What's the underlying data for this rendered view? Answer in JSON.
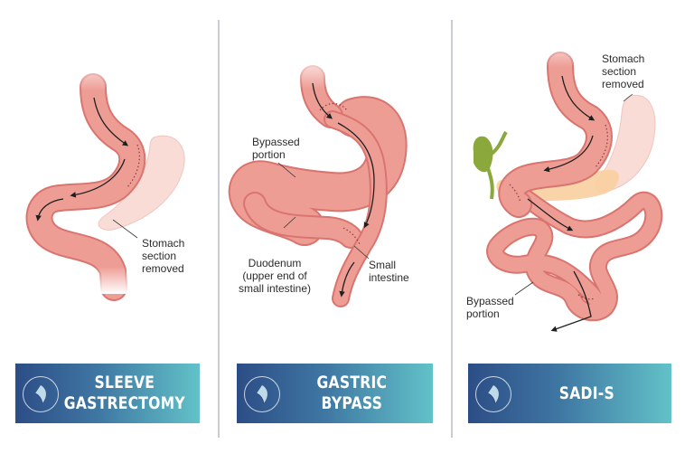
{
  "colors": {
    "tissue": "#ee9d95",
    "tissue_dark": "#d9746f",
    "removed_section": "#f9dcd6",
    "pancreas": "#f8cfa0",
    "gallbladder": "#8aa83c",
    "banner_start": "#2c4d86",
    "banner_end": "#62c2c8",
    "arrow": "#1f1f1f"
  },
  "panels": [
    {
      "id": "sleeve",
      "banner_title": "SLEEVE\nGASTRECTOMY",
      "icon": "leaf-badge-icon",
      "labels": {
        "stomach_removed": "Stomach\nsection\nremoved"
      }
    },
    {
      "id": "bypass",
      "banner_title": "GASTRIC\nBYPASS",
      "icon": "leaf-badge-icon",
      "labels": {
        "bypassed": "Bypassed\nportion",
        "duodenum": "Duodenum\n(upper end of\nsmall intestine)",
        "small_intestine": "Small\nintestine"
      }
    },
    {
      "id": "sadis",
      "banner_title": "SADI-S",
      "icon": "leaf-badge-icon",
      "labels": {
        "stomach_removed": "Stomach\nsection\nremoved",
        "bypassed": "Bypassed\nportion"
      }
    }
  ]
}
